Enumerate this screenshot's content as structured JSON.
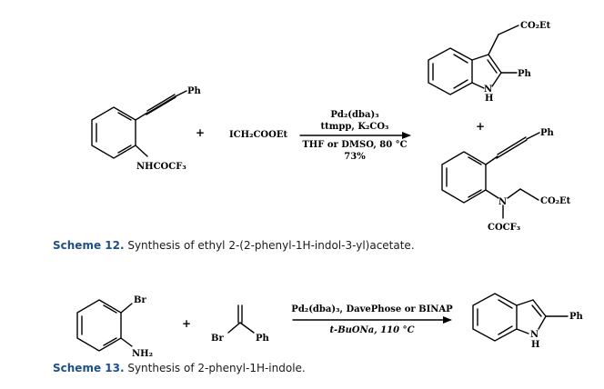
{
  "scheme12": {
    "reactant_substituent_top": "Ph",
    "reactant_substituent_bottom": "NHCOCF₃",
    "plus": "+",
    "reagent": "ICH₂COOEt",
    "conditions_above_1": "Pd₂(dba)₃",
    "conditions_above_2": "ttmpp, K₂CO₃",
    "conditions_below_1": "THF or DMSO, 80 °C",
    "conditions_below_2": "73%",
    "product1_co2et": "CO₂Et",
    "product1_ph": "Ph",
    "product1_n": "N",
    "product1_h": "H",
    "product_plus": "+",
    "product2_ph": "Ph",
    "product2_n": "N",
    "product2_co2et": "CO₂Et",
    "product2_cocf3": "COCF₃",
    "caption_label": "Scheme 12.",
    "caption_text": " Synthesis of ethyl 2-(2-phenyl-1H-indol-3-yl)acetate."
  },
  "scheme13": {
    "reactant_br": "Br",
    "reactant_nh2": "NH₂",
    "plus": "+",
    "reagent_br": "Br",
    "reagent_ph": "Ph",
    "conditions_above": "Pd₂(dba)₃, DavePhose or BINAP",
    "conditions_below": "t-BuONa, 110 °C",
    "product_ph": "Ph",
    "product_n": "N",
    "product_h": "H",
    "caption_label": "Scheme 13.",
    "caption_text": " Synthesis of 2-phenyl-1H-indole."
  }
}
